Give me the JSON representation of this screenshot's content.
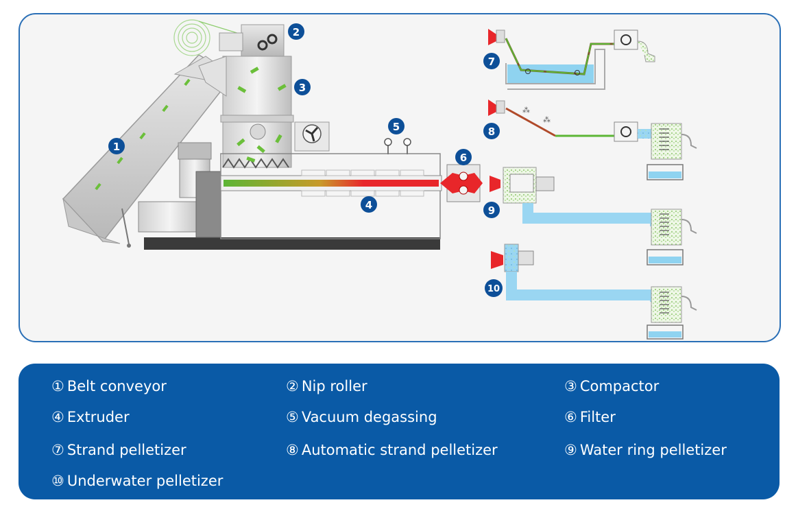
{
  "markers": [
    "1",
    "2",
    "3",
    "4",
    "5",
    "6",
    "7",
    "8",
    "9",
    "10"
  ],
  "legend": {
    "items": [
      {
        "num": "①",
        "label": "Belt conveyor"
      },
      {
        "num": "②",
        "label": "Nip roller"
      },
      {
        "num": "③",
        "label": "Compactor"
      },
      {
        "num": "④",
        "label": "Extruder"
      },
      {
        "num": "⑤",
        "label": "Vacuum degassing"
      },
      {
        "num": "⑥",
        "label": "Filter"
      },
      {
        "num": "⑦",
        "label": "Strand pelletizer"
      },
      {
        "num": "⑧",
        "label": "Automatic strand pelletizer"
      },
      {
        "num": "⑨",
        "label": "Water ring pelletizer"
      },
      {
        "num": "⑩",
        "label": "Underwater pelletizer"
      }
    ]
  },
  "colors": {
    "panel_border": "#2a6fb6",
    "panel_bg": "#f5f5f5",
    "marker_bg": "#0d4f98",
    "legend_bg": "#0a5aa6",
    "melt_red": "#e8262a",
    "material_green": "#5cb535",
    "water_blue": "#8fd3f0"
  }
}
